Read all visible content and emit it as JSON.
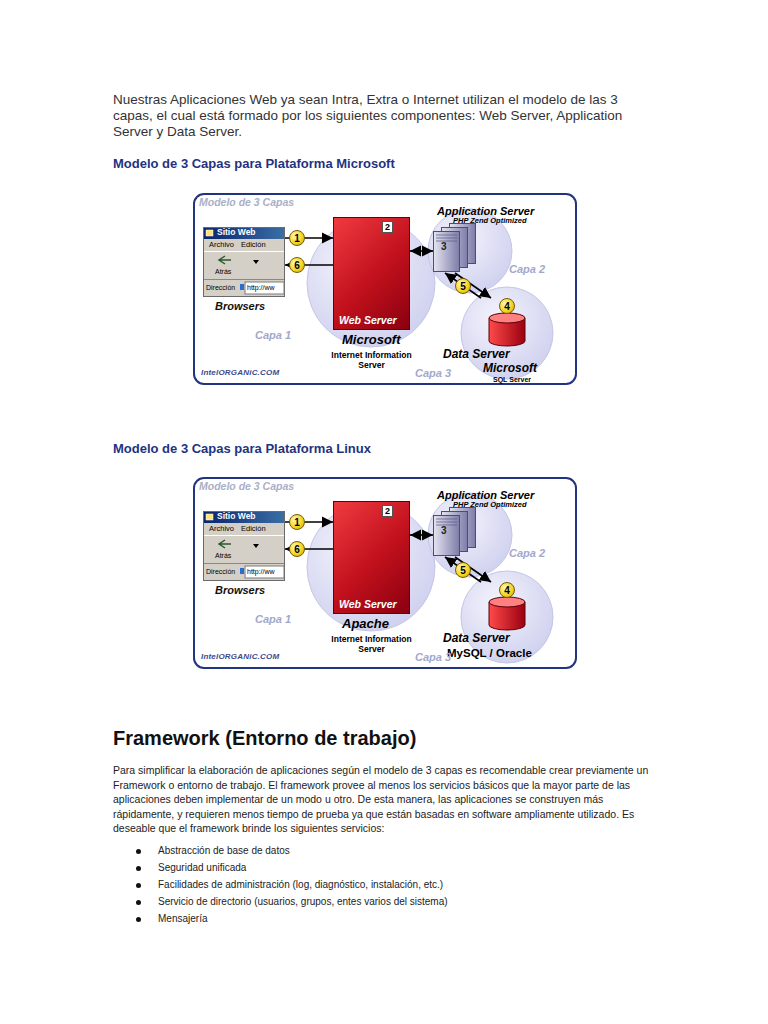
{
  "diagram": {
    "nodes": [
      {
        "text": [
          "Modelo de 3 Capas"
        ]
      },
      {
        "text": [
          "Sitio Web",
          "Archivo",
          "Edición",
          "Atrás",
          "Dirección",
          "http://ww",
          "Browsers"
        ],
        "in": 0
      },
      {
        "text": [
          "2",
          "Web Server",
          "Microsoft",
          "Internet Information Server"
        ],
        "in": 0
      },
      {
        "text": [
          "Application Server",
          "PHP Zend Optimized",
          "3"
        ],
        "in": 0
      },
      {
        "text": [
          "4",
          "Data Server",
          "Microsoft",
          "SQL Server"
        ],
        "in": 0
      },
      {
        "text": [
          "Modelo de 3 Capas"
        ]
      },
      {
        "text": [
          "Sitio Web",
          "Archivo",
          "Edición",
          "Atrás",
          "Dirección",
          "http://ww",
          "Browsers"
        ],
        "in": 5
      },
      {
        "text": [
          "2",
          "Web Server",
          "Apache",
          "Internet Information Server"
        ],
        "in": 5
      },
      {
        "text": [
          "Application Server",
          "PHP Zend Optimized",
          "3"
        ],
        "in": 5
      },
      {
        "text": [
          "4",
          "Data Server",
          "MySQL / Oracle"
        ],
        "in": 5
      }
    ],
    "edges": [
      {
        "from": 1,
        "to": 2,
        "arrow": "to",
        "label": "1"
      },
      {
        "from": 2,
        "to": 1,
        "arrow": "to",
        "label": "6"
      },
      {
        "from": 2,
        "to": 3,
        "arrow": "both"
      },
      {
        "from": 3,
        "to": 4,
        "arrow": "to"
      },
      {
        "from": 4,
        "to": 3,
        "arrow": "to",
        "label": "5"
      },
      {
        "from": 6,
        "to": 7,
        "arrow": "to",
        "label": "1"
      },
      {
        "from": 7,
        "to": 6,
        "arrow": "to",
        "label": "6"
      },
      {
        "from": 7,
        "to": 8,
        "arrow": "both"
      },
      {
        "from": 8,
        "to": 9,
        "arrow": "to"
      },
      {
        "from": 9,
        "to": 8,
        "arrow": "to",
        "label": "5"
      }
    ],
    "labels": [
      "Nuestras Aplicaciones Web ya sean Intra, Extra o Internet utilizan el modelo de las 3 capas, el cual está formado por los siguientes componentes: Web Server, Application Server y Data Server.",
      "Modelo de 3 Capas para Plataforma Microsoft",
      "Capa 1",
      "Capa 2",
      "Capa 3",
      "IntelORGANiC.COM",
      "Modelo de 3 Capas para Plataforma Linux",
      "Capa 1",
      "Capa 2",
      "Capa 3",
      "IntelORGANiC.COM",
      "Framework (Entorno de trabajo)",
      "Para simplificar la elaboración de aplicaciones según el modelo de 3 capas es recomendable crear previamente un Framework o entorno de trabajo. El framework provee al menos los servicios básicos que la mayor parte de las aplicaciones deben implementar de un modo u otro. De esta manera, las aplicaciones se construyen más rápidamente, y requieren menos tiempo de prueba ya que están basadas en software ampliamente utilizado. Es deseable que el framework brinde los siguientes servicios:",
      "Abstracción de base de datos",
      "Seguridad unificada",
      "Facilidades de administración (log, diagnóstico, instalación, etc.)",
      "Servicio de directorio (usuarios, grupos, entes varios del sistema)",
      "Mensajería"
    ]
  }
}
